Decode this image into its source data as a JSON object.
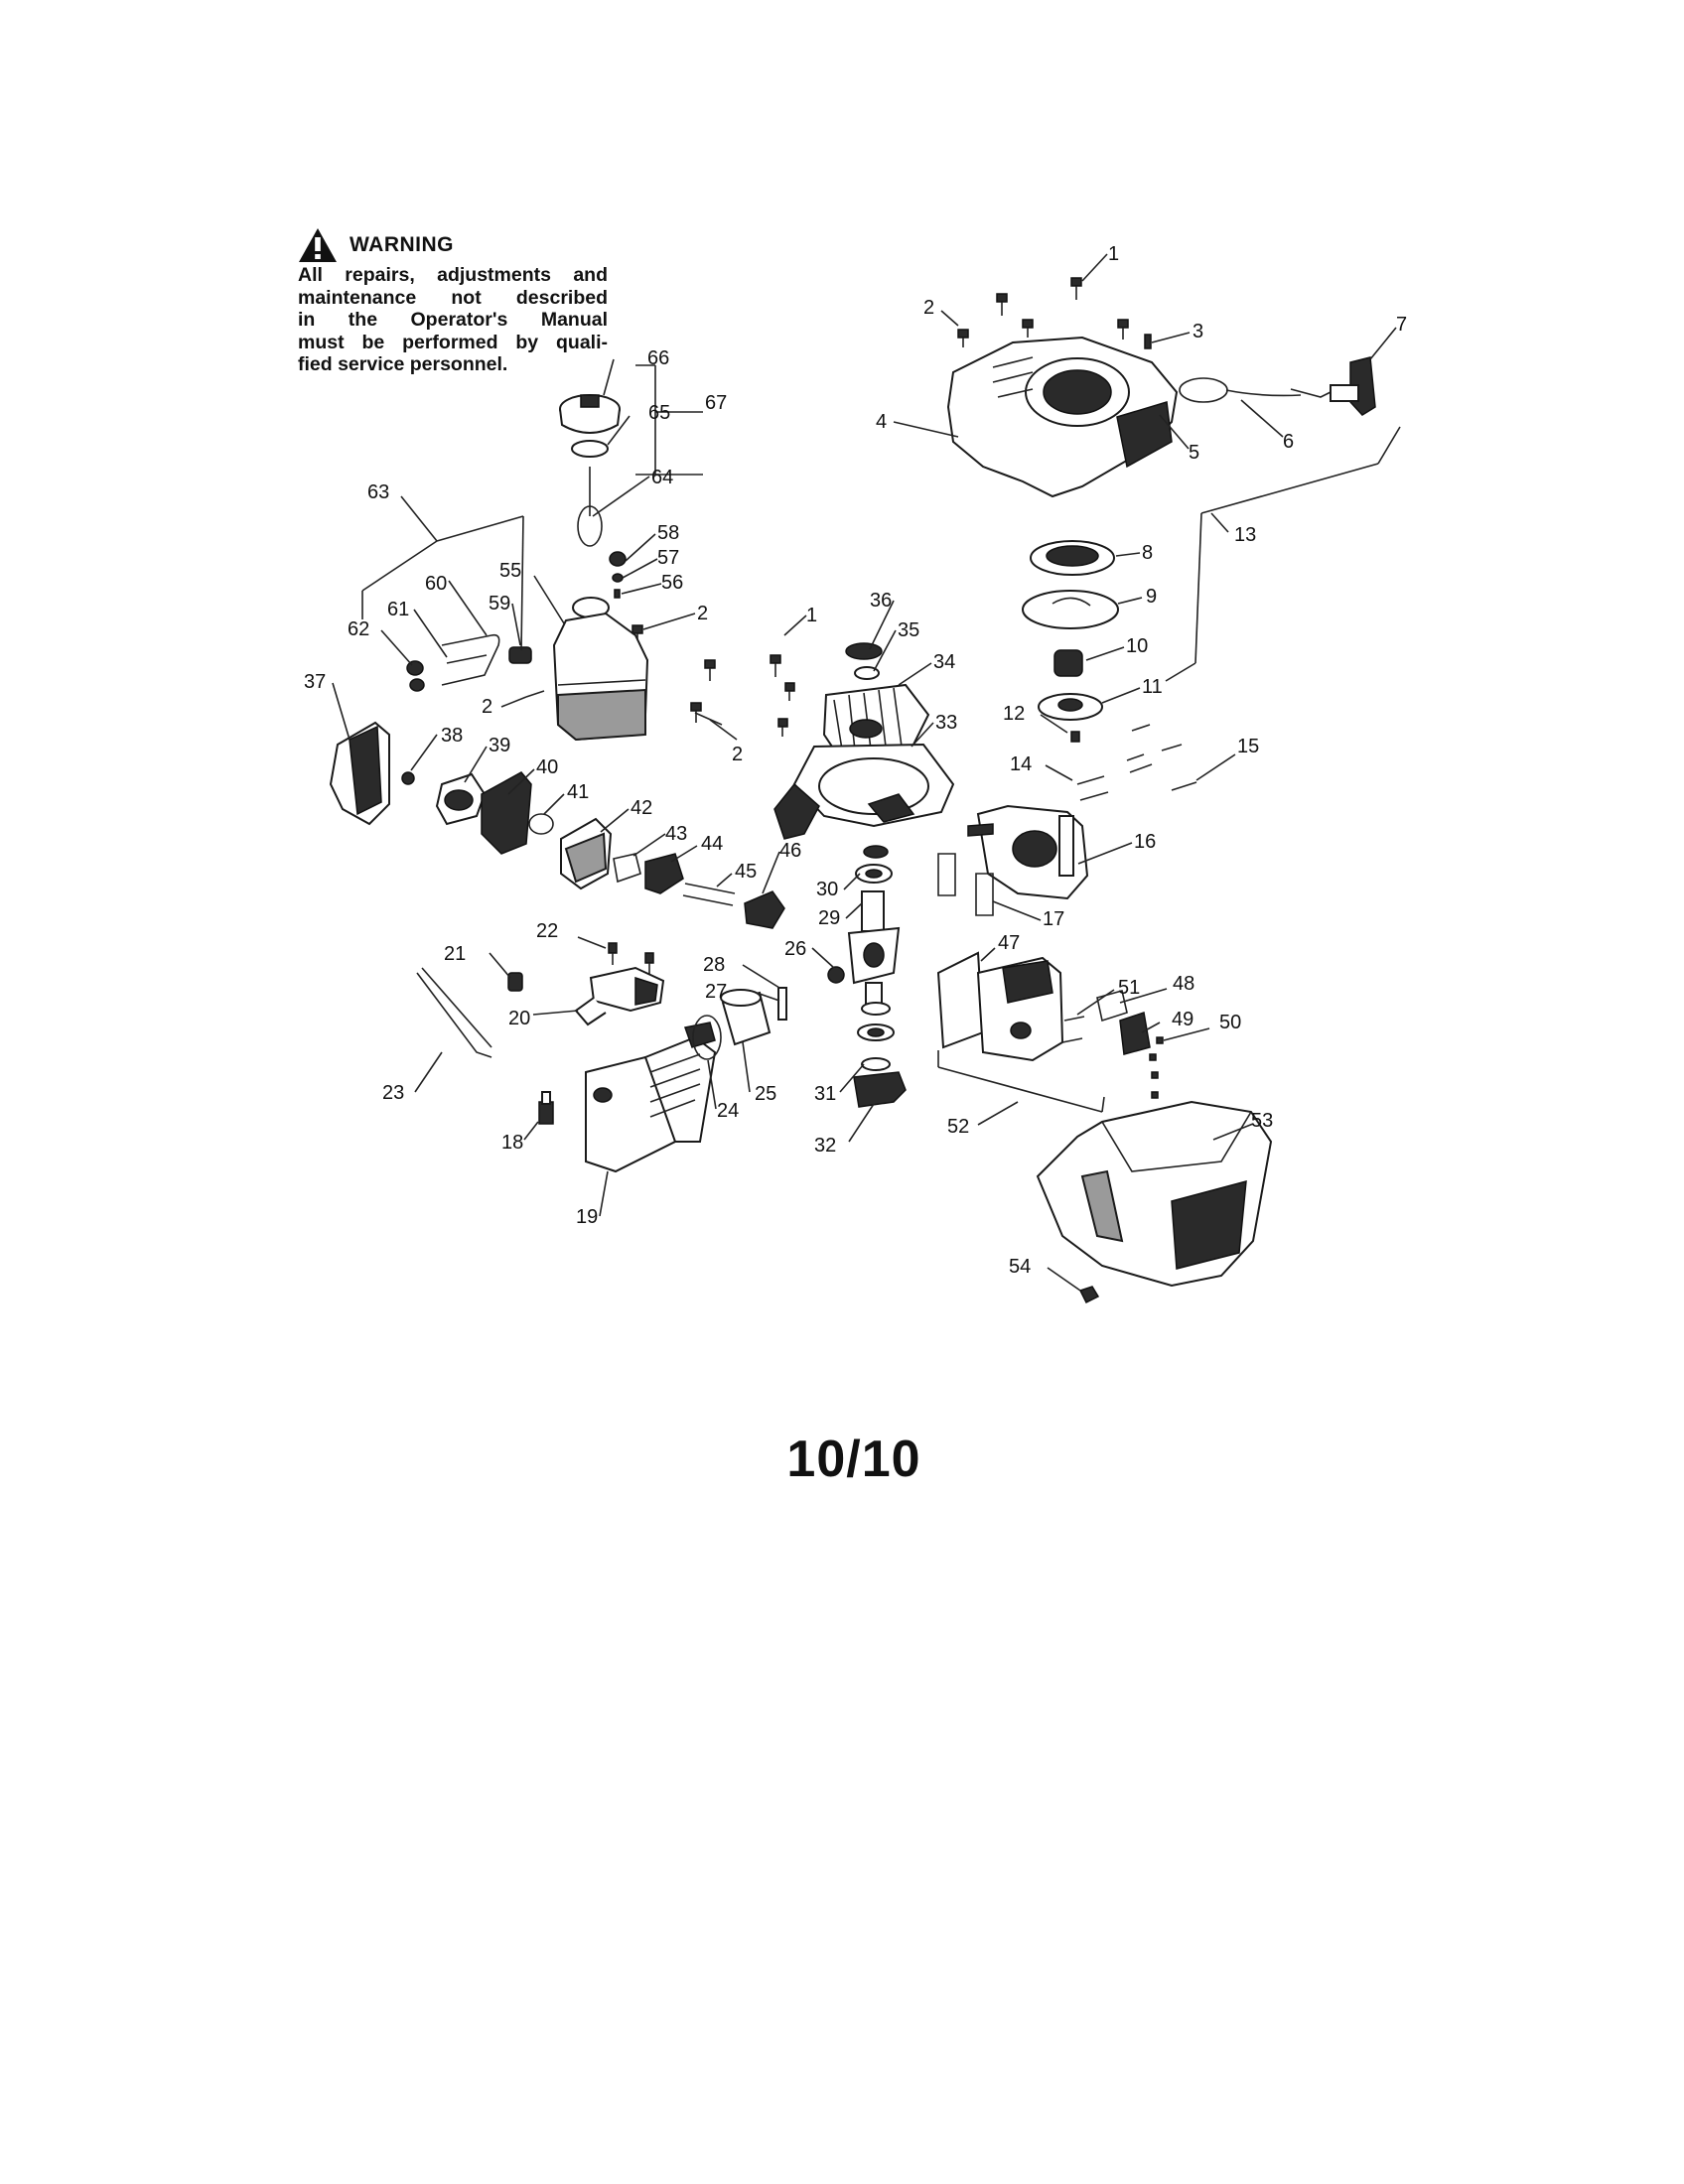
{
  "warning": {
    "title": "WARNING",
    "lines": [
      "All repairs, adjustments and",
      "maintenance not described",
      "in the Operator's Manual",
      "must be performed by quali-",
      "fied service personnel."
    ],
    "icon": "warning-triangle-icon"
  },
  "page_number": "10/10",
  "callouts": [
    {
      "label": "1"
    },
    {
      "label": "2"
    },
    {
      "label": "3"
    },
    {
      "label": "7"
    },
    {
      "label": "66"
    },
    {
      "label": "65"
    },
    {
      "label": "67"
    },
    {
      "label": "4"
    },
    {
      "label": "5"
    },
    {
      "label": "6"
    },
    {
      "label": "64"
    },
    {
      "label": "63"
    },
    {
      "label": "13"
    },
    {
      "label": "58"
    },
    {
      "label": "57"
    },
    {
      "label": "55"
    },
    {
      "label": "8"
    },
    {
      "label": "56"
    },
    {
      "label": "60"
    },
    {
      "label": "59"
    },
    {
      "label": "36"
    },
    {
      "label": "2"
    },
    {
      "label": "1"
    },
    {
      "label": "9"
    },
    {
      "label": "61"
    },
    {
      "label": "35"
    },
    {
      "label": "62"
    },
    {
      "label": "10"
    },
    {
      "label": "34"
    },
    {
      "label": "37"
    },
    {
      "label": "11"
    },
    {
      "label": "2"
    },
    {
      "label": "12"
    },
    {
      "label": "2"
    },
    {
      "label": "33"
    },
    {
      "label": "38"
    },
    {
      "label": "39"
    },
    {
      "label": "15"
    },
    {
      "label": "14"
    },
    {
      "label": "40"
    },
    {
      "label": "41"
    },
    {
      "label": "42"
    },
    {
      "label": "43"
    },
    {
      "label": "44"
    },
    {
      "label": "46"
    },
    {
      "label": "16"
    },
    {
      "label": "45"
    },
    {
      "label": "30"
    },
    {
      "label": "29"
    },
    {
      "label": "17"
    },
    {
      "label": "22"
    },
    {
      "label": "21"
    },
    {
      "label": "47"
    },
    {
      "label": "26"
    },
    {
      "label": "28"
    },
    {
      "label": "27"
    },
    {
      "label": "51"
    },
    {
      "label": "48"
    },
    {
      "label": "20"
    },
    {
      "label": "49"
    },
    {
      "label": "50"
    },
    {
      "label": "25"
    },
    {
      "label": "31"
    },
    {
      "label": "23"
    },
    {
      "label": "24"
    },
    {
      "label": "52"
    },
    {
      "label": "53"
    },
    {
      "label": "18"
    },
    {
      "label": "32"
    },
    {
      "label": "19"
    },
    {
      "label": "54"
    }
  ]
}
